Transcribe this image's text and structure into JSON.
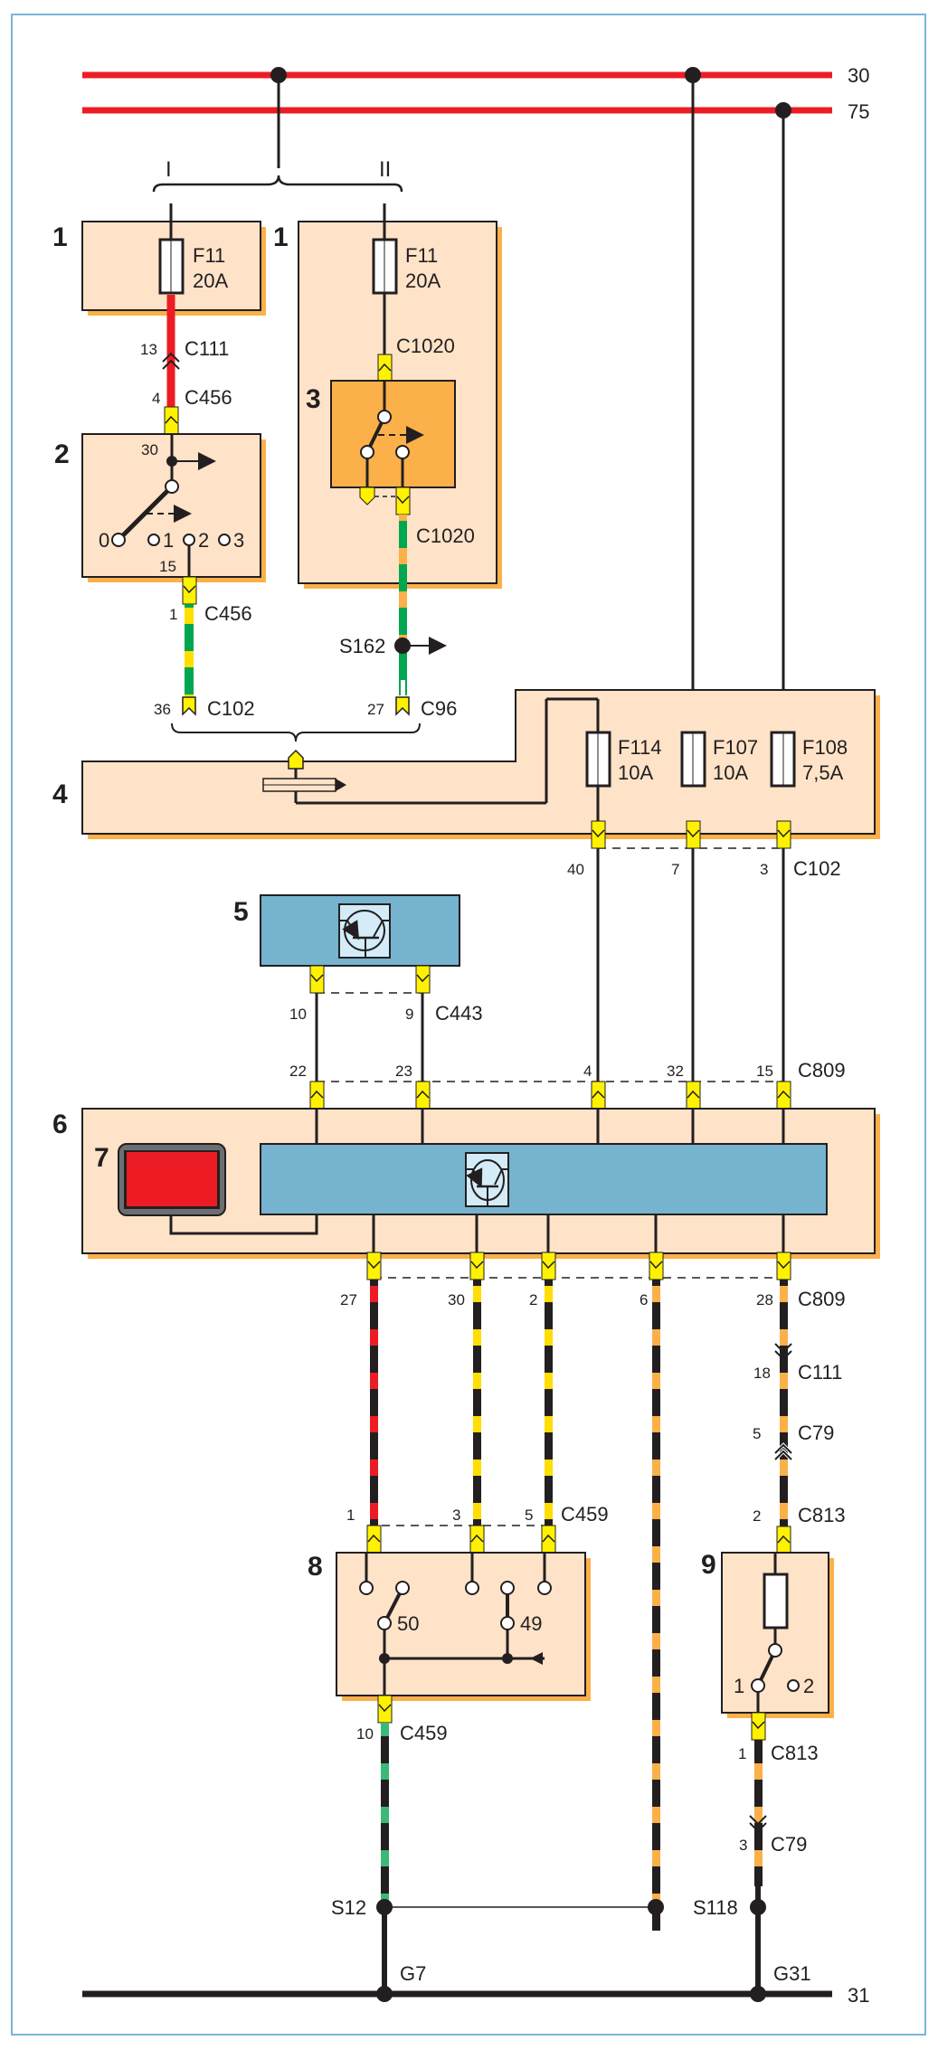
{
  "title": "Wiring diagram",
  "colors": {
    "frame": "#7ab6d9",
    "bus_red": "#ed1c24",
    "wire_black": "#231f20",
    "box_fill": "#fee3c8",
    "box_shadow": "#fbb04a",
    "relay_fill": "#fbb04a",
    "module_blue": "#76b3cf",
    "icon_fill": "#d3ecf8",
    "connector_yellow": "#fff200",
    "wire_green": "#00a650",
    "wire_yellow": "#ffde00",
    "wire_orange": "#fbb04a",
    "wire_green_light": "#3cb878",
    "lamp_red": "#ed1c24"
  },
  "buses": {
    "top1": "30",
    "top2": "75",
    "ground": "31"
  },
  "branch_labels": {
    "left": "I",
    "right": "II"
  },
  "components": {
    "c1": "1",
    "c1b": "1",
    "c2": "2",
    "c3": "3",
    "c4": "4",
    "c5": "5",
    "c6": "6",
    "c7": "7",
    "c8": "8",
    "c9": "9"
  },
  "fuses": {
    "f11a": {
      "name": "F11",
      "rating": "20A"
    },
    "f11b": {
      "name": "F11",
      "rating": "20A"
    },
    "f114": {
      "name": "F114",
      "rating": "10A"
    },
    "f107": {
      "name": "F107",
      "rating": "10A"
    },
    "f108": {
      "name": "F108",
      "rating": "7,5A"
    }
  },
  "connectors": {
    "c111_top": {
      "id": "C111",
      "pin": "13"
    },
    "c456_top": {
      "id": "C456",
      "pin": "4"
    },
    "c456_bot": {
      "id": "C456",
      "pin": "1"
    },
    "c102_left": {
      "id": "C102",
      "pin": "36"
    },
    "c1020_top": {
      "id": "C1020"
    },
    "c1020_bot": {
      "id": "C1020"
    },
    "s162": {
      "id": "S162"
    },
    "c96": {
      "id": "C96",
      "pin": "27"
    },
    "c102_row": {
      "id": "C102",
      "pins": [
        "40",
        "7",
        "3"
      ]
    },
    "c443": {
      "id": "C443",
      "pins": [
        "10",
        "9"
      ]
    },
    "c809_top": {
      "id": "C809",
      "pins": [
        "22",
        "23",
        "4",
        "32",
        "15"
      ]
    },
    "c809_bot": {
      "id": "C809",
      "pins": [
        "27",
        "30",
        "2",
        "6",
        "28"
      ]
    },
    "c111_right": {
      "id": "C111",
      "pin": "18"
    },
    "c79_top": {
      "id": "C79",
      "pin": "5"
    },
    "c813_top": {
      "id": "C813",
      "pin": "2"
    },
    "c459_top": {
      "id": "C459",
      "pins": [
        "1",
        "3",
        "5"
      ]
    },
    "c459_bot": {
      "id": "C459",
      "pin": "10"
    },
    "c813_bot": {
      "id": "C813",
      "pin": "1"
    },
    "c79_bot": {
      "id": "C79",
      "pin": "3"
    }
  },
  "switch2": {
    "terminal_in": "30",
    "terminal_out": "15",
    "positions": [
      "0",
      "1",
      "2",
      "3"
    ]
  },
  "switch8": {
    "contacts": [
      "50",
      "49"
    ]
  },
  "switch9": {
    "positions": [
      "1",
      "2"
    ]
  },
  "splices": {
    "s12": "S12",
    "s118": "S118"
  },
  "grounds": {
    "g7": "G7",
    "g31": "G31"
  }
}
